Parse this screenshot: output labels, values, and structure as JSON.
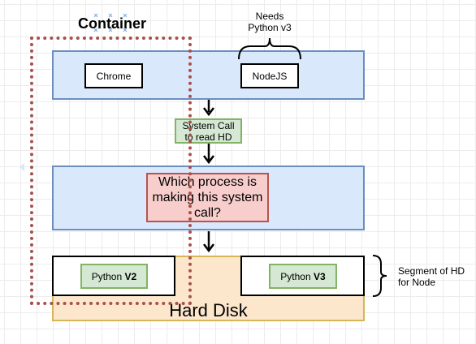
{
  "container_label": "Container",
  "needs_label_line1": "Needs",
  "needs_label_line2": "Python v3",
  "chrome_label": "Chrome",
  "nodejs_label": "NodeJS",
  "system_call_line1": "System Call",
  "system_call_line2": "to read HD",
  "question_line1": "Which process is",
  "question_line2": "making this system",
  "question_line3": "call?",
  "python_v2_prefix": "Python ",
  "python_v2_version": "V2",
  "python_v3_prefix": "Python ",
  "python_v3_version": "V3",
  "hard_disk_label": "Hard Disk",
  "segment_line1": "Segment of HD",
  "segment_line2": "for Node",
  "colors": {
    "process_fill": "#dae8fc",
    "process_stroke": "#6c8ebf",
    "syscall_fill": "#d5e8d4",
    "syscall_stroke": "#82b366",
    "question_fill": "#f8cecc",
    "question_stroke": "#b85450",
    "disk_fill": "#fce7cc",
    "disk_stroke": "#d6b656",
    "container_stroke": "#a8504c"
  }
}
